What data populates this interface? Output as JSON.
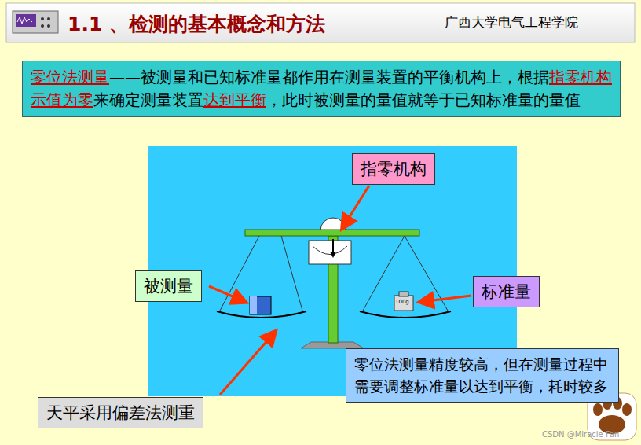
{
  "diagram": {
    "title": "1.1 、检测的基本概念和方法",
    "nodes": [
      {
        "text": [
          "零位法测量",
          "——被测量和已知标准量都作用在测量装置的平衡机构上，根据",
          "指零机构示值为零",
          "来确定测量装置",
          "达到平衡",
          "，此时被测量的量值就等于已知标准量的量值"
        ]
      },
      {
        "text": [
          "指零机构"
        ]
      },
      {
        "text": [
          "被测量"
        ]
      },
      {
        "text": [
          "标准量"
        ]
      },
      {
        "text": [
          "天平采用偏差法测重"
        ]
      },
      {
        "text": [
          "零位法测量精度较高，但在测量过程中需要调整标准量以达到平衡，耗时较多"
        ]
      }
    ],
    "labels": [
      "广西大学电气工程学院",
      "100g",
      "CSDN @Miracle Fan"
    ]
  }
}
